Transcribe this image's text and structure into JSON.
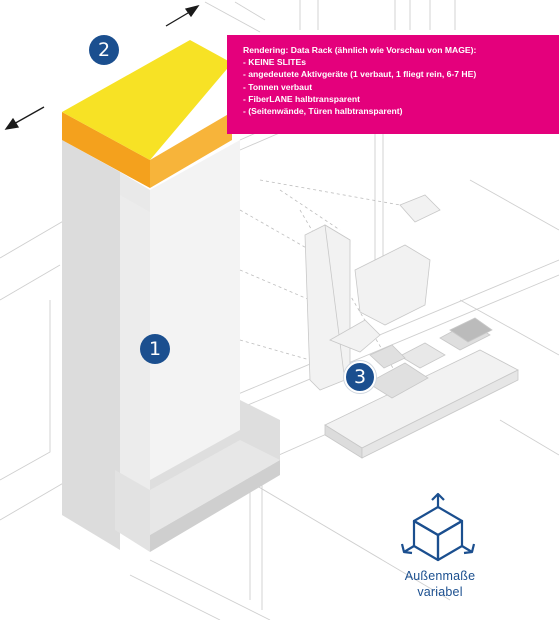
{
  "note": {
    "lines": [
      "Rendering: Data Rack (ähnlich wie Vorschau von MAGE):",
      "- KEINE SLITEs",
      "- angedeutete Aktivgeräte (1 verbaut, 1 fliegt rein, 6-7 HE)",
      "- Tonnen verbaut",
      "- FiberLANE halbtransparent",
      "- (Seitenwände, Türen halbtransparent)"
    ]
  },
  "badges": {
    "one": "1",
    "two": "2",
    "three": "3"
  },
  "caption": {
    "line1": "Außenmaße",
    "line2": "variabel"
  },
  "icons": [
    "move-arrow-icon",
    "dimensions-cube-icon"
  ],
  "colors": {
    "magenta": "#e4007c",
    "blue": "#1b4f8f",
    "yellow": "#f7e225",
    "orange": "#f4a11d",
    "rack_gray": "#e6e6e6"
  }
}
